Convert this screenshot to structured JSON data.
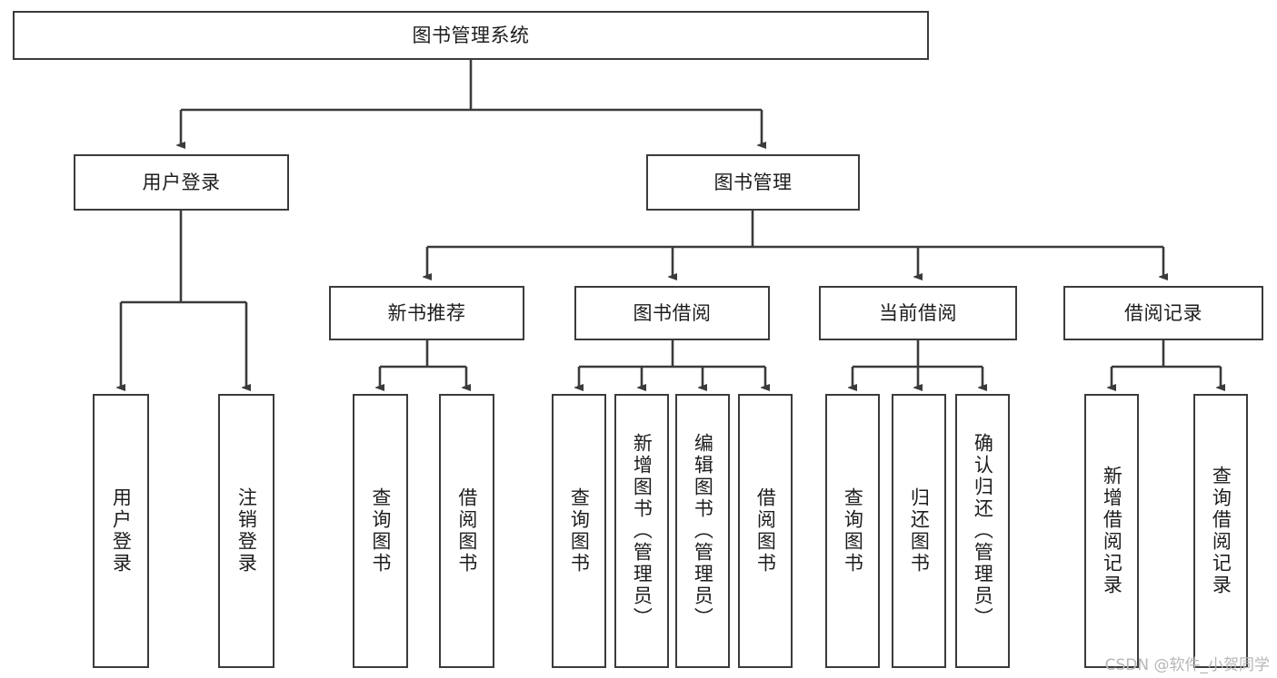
{
  "diagram": {
    "type": "tree-hierarchy-diagram",
    "title": "图书管理系统",
    "watermark": "CSDN @软件_小贺同学",
    "colors": {
      "box_border": "#3b3b3b",
      "box_fill": "#ffffff",
      "connector": "#3b3b3b",
      "text": "#1d1d1d",
      "watermark": "#b6b6b6",
      "background": "#ffffff"
    },
    "root": {
      "label": "图书管理系统"
    },
    "level2": [
      {
        "label": "用户登录"
      },
      {
        "label": "图书管理"
      }
    ],
    "level3": [
      {
        "label": "新书推荐"
      },
      {
        "label": "图书借阅"
      },
      {
        "label": "当前借阅"
      },
      {
        "label": "借阅记录"
      }
    ],
    "leaves": {
      "user_login": [
        {
          "label": "用户登录"
        },
        {
          "label": "注销登录"
        }
      ],
      "new_book_recommend": [
        {
          "label": "查询图书"
        },
        {
          "label": "借阅图书"
        }
      ],
      "book_borrow": [
        {
          "label": "查询图书"
        },
        {
          "label": "新增图书（管理员）"
        },
        {
          "label": "编辑图书（管理员）"
        },
        {
          "label": "借阅图书"
        }
      ],
      "current_borrow": [
        {
          "label": "查询图书"
        },
        {
          "label": "归还图书"
        },
        {
          "label": "确认归还（管理员）"
        }
      ],
      "borrow_record": [
        {
          "label": "新增借阅记录"
        },
        {
          "label": "查询借阅记录"
        }
      ]
    }
  }
}
